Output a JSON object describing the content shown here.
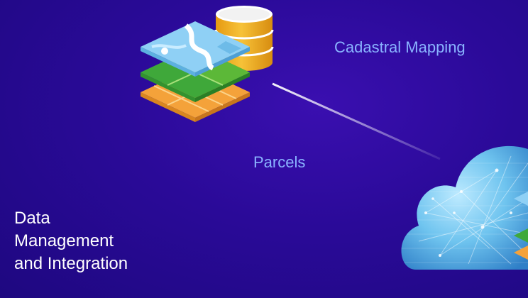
{
  "labels": {
    "cadastral": "Cadastral Mapping",
    "parcels": "Parcels",
    "data_management_lines": [
      "Data",
      "Management",
      "and Integration"
    ]
  },
  "icons": {
    "layers": "map-layers-icon",
    "database": "database-icon",
    "cloud": "cloud-network-icon"
  },
  "colors": {
    "background": "#2a0a98",
    "accent_text": "#8ab4ff",
    "body_text": "#ffffff",
    "database": "#f5b728",
    "cloud": "#7fd4ff"
  }
}
